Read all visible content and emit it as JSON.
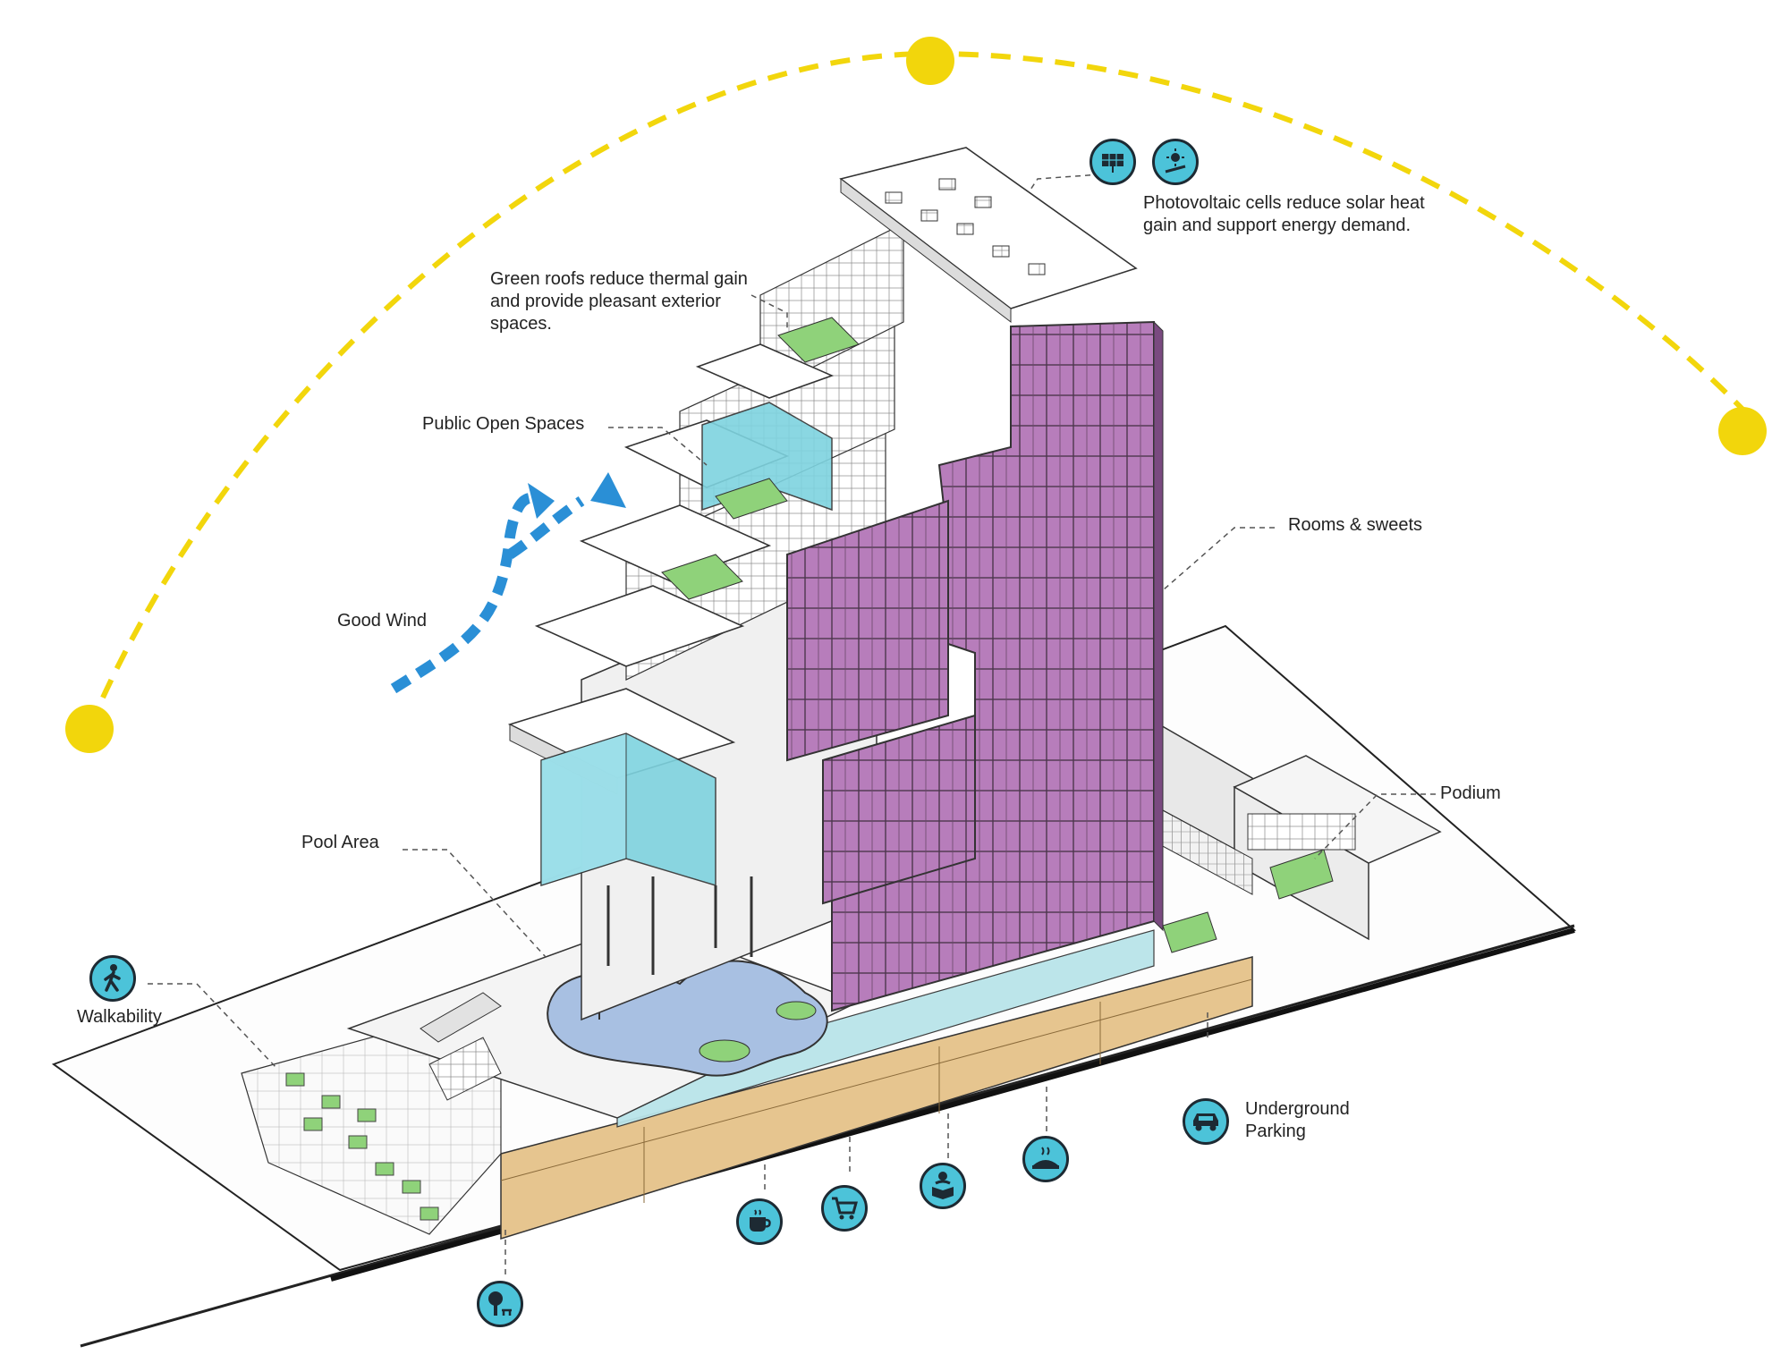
{
  "colors": {
    "sun": "#f2d60c",
    "wind": "#2a8fd6",
    "rooms": "#b77dbb",
    "glass": "#7ed3df",
    "green_roof": "#8fd27a",
    "pool": "#a8c0e2",
    "parking": "#e6c58f",
    "icon_fill": "#4cc3d9",
    "line": "#222222"
  },
  "labels": {
    "photovoltaic": "Photovoltaic cells reduce solar heat gain and support energy demand.",
    "green_roofs": "Green roofs reduce thermal gain and provide pleasant exterior spaces.",
    "public_open_spaces": "Public Open Spaces",
    "good_wind": "Good Wind",
    "rooms_suites": "Rooms & sweets",
    "pool_area": "Pool Area",
    "podium": "Podium",
    "walkability": "Walkability",
    "underground_parking": "Underground Parking"
  },
  "icons": {
    "pv_panel": "solar-panel-icon",
    "sun": "sun-icon",
    "walk": "pedestrian-icon",
    "tree": "tree-bench-icon",
    "coffee": "coffee-cup-icon",
    "cart": "shopping-cart-icon",
    "reading": "reading-person-icon",
    "food": "hot-food-icon",
    "car": "car-icon"
  }
}
